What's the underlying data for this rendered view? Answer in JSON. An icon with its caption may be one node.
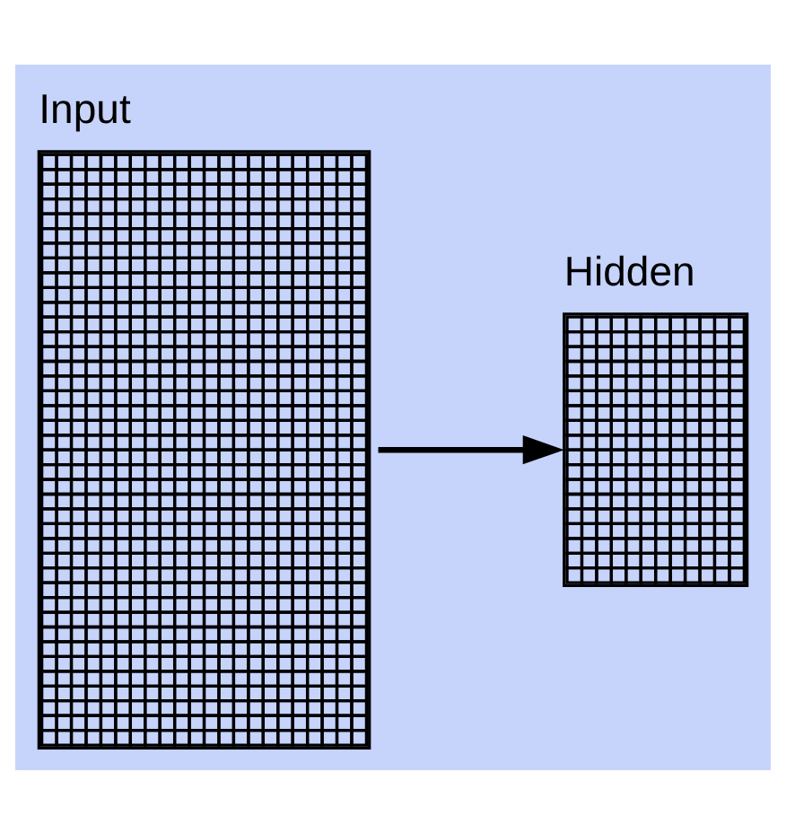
{
  "diagram": {
    "nodes": [
      {
        "text": [
          "Input"
        ]
      },
      {
        "text": [
          "Hidden"
        ]
      }
    ],
    "edges": [
      {
        "from": 0,
        "to": 1,
        "arrow": "to"
      }
    ]
  }
}
